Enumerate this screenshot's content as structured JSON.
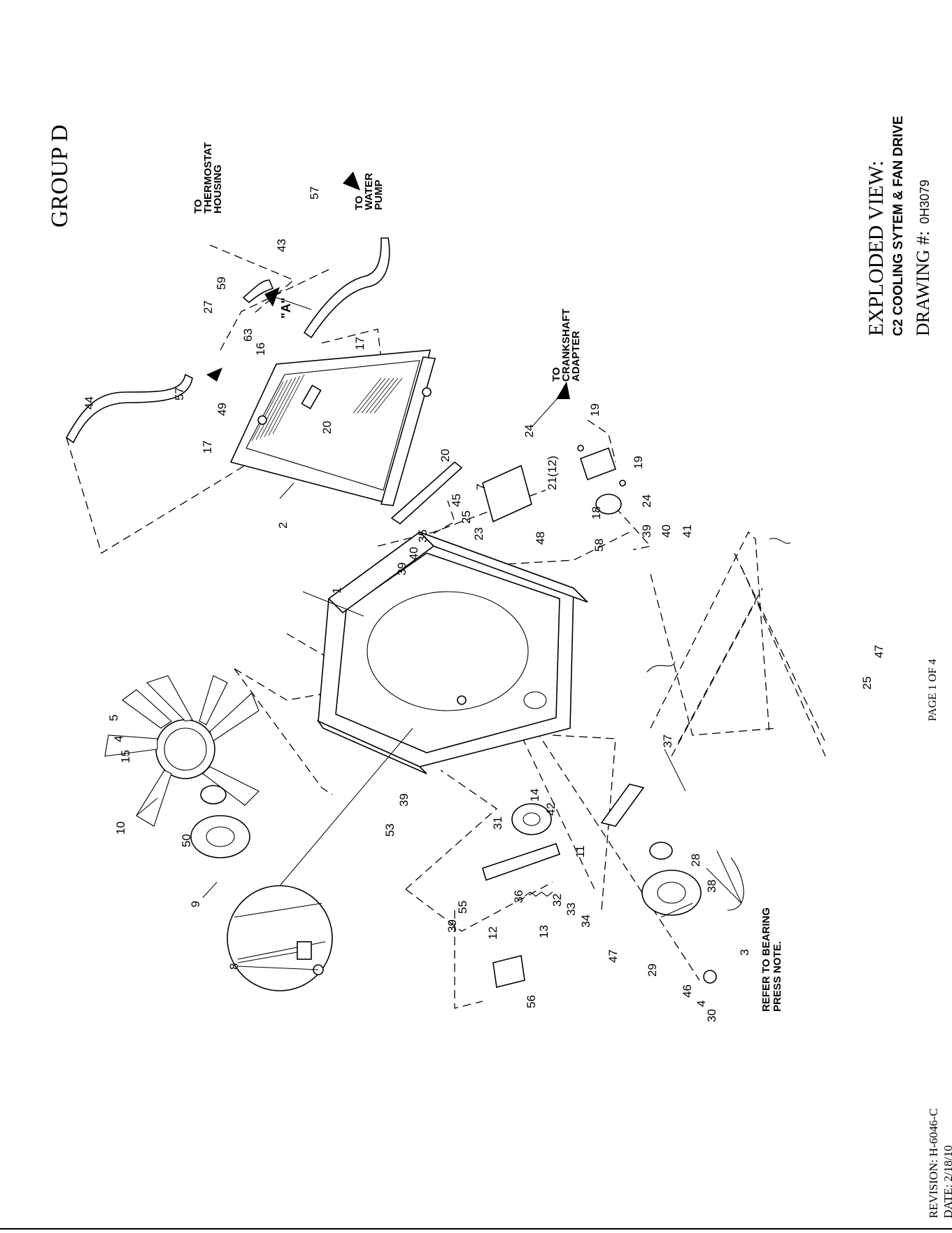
{
  "header": {
    "group": "GROUP D"
  },
  "title_block": {
    "view": "EXPLODED VIEW:",
    "subtitle": "C2 COOLING SYTEM & FAN DRIVE",
    "drawing_label": "DRAWING #:",
    "drawing_number": "0H3079"
  },
  "footer": {
    "page": "PAGE 1 OF 4",
    "revision": "REVISION: H-6046-C",
    "date": "DATE:  2/18/10"
  },
  "notes": {
    "thermostat": [
      "TO",
      "THERMOSTAT",
      "HOUSING"
    ],
    "water_pump": [
      "TO",
      "WATER",
      "PUMP"
    ],
    "crankshaft": [
      "TO",
      "CRANKSHAFT",
      "ADAPTER"
    ],
    "bearing": [
      "REFER TO BEARING",
      "PRESS NOTE."
    ],
    "view_a": "\"A\""
  },
  "callouts": {
    "c44": "44",
    "c57a": "57",
    "c17a": "17",
    "c49": "49",
    "c27": "27",
    "c59": "59",
    "c63": "63",
    "c16": "16",
    "c43": "43",
    "c57b": "57",
    "c17b": "17",
    "c20a": "20",
    "c20b": "20",
    "c2": "2",
    "c24a": "24",
    "c19a": "19",
    "c21": "21(12)",
    "c19b": "19",
    "c24b": "24",
    "c18": "18",
    "c58": "58",
    "c39a": "39",
    "c40a": "40",
    "c41": "41",
    "c7": "7",
    "c48": "48",
    "c45": "45",
    "c25a": "25",
    "c23": "23",
    "c35": "35",
    "c40b": "40",
    "c39b": "39",
    "c1": "1",
    "c5": "5",
    "c4a": "4",
    "c15": "15",
    "c10": "10",
    "c50": "50",
    "c9": "9",
    "c8": "8",
    "c53": "53",
    "c39c": "39",
    "c31": "31",
    "c14": "14",
    "c42": "42",
    "c37": "37",
    "c11": "11",
    "c36": "36",
    "c32": "32",
    "c33": "33",
    "c34": "34",
    "c13": "13",
    "c12": "12",
    "c55": "55",
    "c39d": "39",
    "c56": "56",
    "c28": "28",
    "c38": "38",
    "c3": "3",
    "c29": "29",
    "c47a": "47",
    "c46": "46",
    "c4b": "4",
    "c30": "30",
    "c25b": "25",
    "c47b": "47"
  }
}
